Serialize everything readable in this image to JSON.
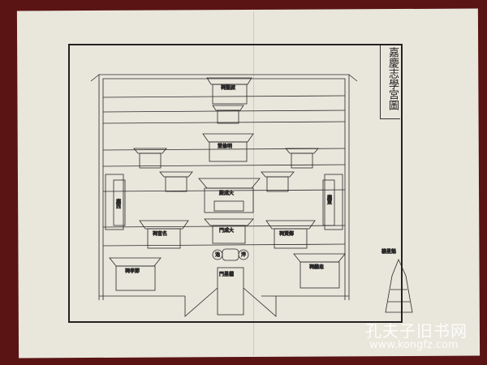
{
  "title": "嘉慶志學宮圖",
  "buildings": {
    "qisheng": "祠聖啟",
    "minglun": "堂倫明",
    "dacheng_hall": "殿成大",
    "dacheng_gate": "門成大",
    "minghuan": "祠宦名",
    "xiangxian": "祠賢鄉",
    "jiexiao": "祠孝節",
    "zhongyi": "祠義忠",
    "panchi": [
      "泮",
      "池"
    ],
    "lingxing": "門星櫺",
    "west_wing": "廡西",
    "east_wing": "廡東",
    "kuixing": "樓星魁"
  },
  "watermark": {
    "name": "孔夫子旧书网",
    "url": "www.kongfz.com"
  }
}
